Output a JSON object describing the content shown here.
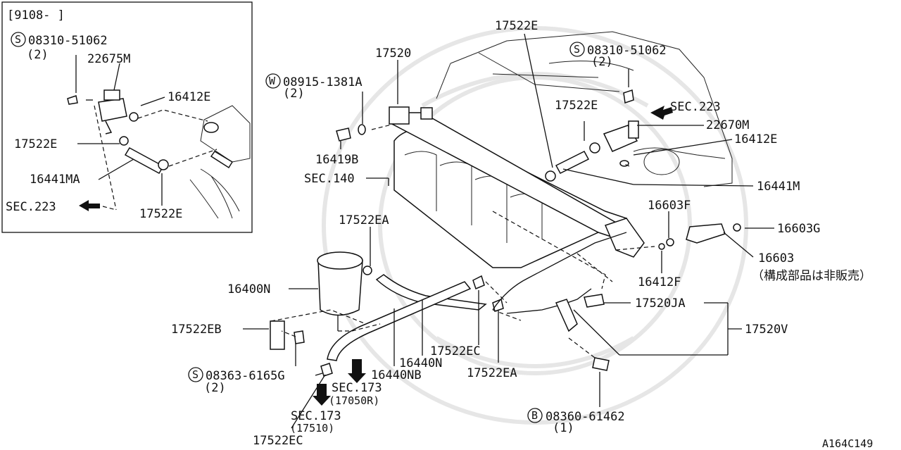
{
  "inset": {
    "date_range": "[9108-    ]",
    "screw_code": "08310-51062",
    "screw_qty": "(2)",
    "damper": "22675M",
    "oring": "16412E",
    "clamp": "17522E",
    "hose": "16441MA",
    "clamp_lower": "17522E",
    "sec_ref": "SEC.223",
    "screw_badge": "S"
  },
  "main": {
    "clamp_top": "17522E",
    "tube": "17520",
    "screw_code": "08310-51062",
    "screw_qty": "(2)",
    "washer_code": "08915-1381A",
    "washer_qty": "(2)",
    "washer_badge": "W",
    "screw_badge": "S",
    "clamp_mid": "17522E",
    "sec223": "SEC.223",
    "damper": "22670M",
    "oring": "16412E",
    "bolt": "16419B",
    "sec140": "SEC.140",
    "hose": "16441M",
    "spacer": "16603F",
    "clamp_ea_top": "17522EA",
    "seal": "16603G",
    "injector": "16603",
    "injector_note": "（構成部品は非販売）",
    "filter": "16400N",
    "oring_f": "16412F",
    "bracket": "17522EB",
    "tube_ja": "17520JA",
    "tube_v": "17520V",
    "hose_n": "16440N",
    "clamp_ec": "17522EC",
    "bolt_code": "08363-6165G",
    "bolt_qty": "(2)",
    "bolt_badge": "S",
    "hose_nb": "16440NB",
    "clamp_ea_bot": "17522EA",
    "sec173a": "SEC.173",
    "sec173a_ref": "(17050R)",
    "sec173b": "SEC.173",
    "sec173b_ref": "(17510)",
    "clamp_ec_bot": "17522EC",
    "bolt2_code": "08360-61462",
    "bolt2_qty": "(1)",
    "bolt2_badge": "B",
    "figure_id": "A164C149"
  }
}
